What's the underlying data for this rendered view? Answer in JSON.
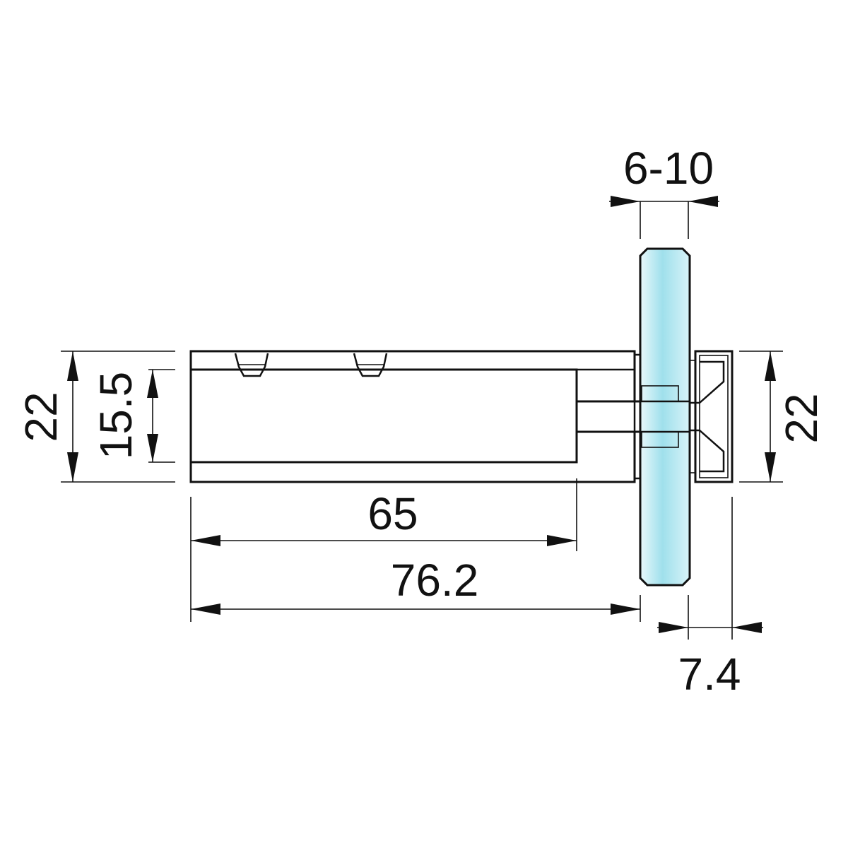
{
  "dimensions": {
    "glass_thickness": "6-10",
    "left_height_total": "22",
    "left_height_inner": "15.5",
    "right_height": "22",
    "length_inner": "65",
    "length_total": "76.2",
    "cap_depth": "7.4"
  },
  "colors": {
    "glass_light": "#e6f7fb",
    "glass_mid": "#9fe0ec",
    "glass_dark": "#c9eef6",
    "line": "#111111"
  }
}
